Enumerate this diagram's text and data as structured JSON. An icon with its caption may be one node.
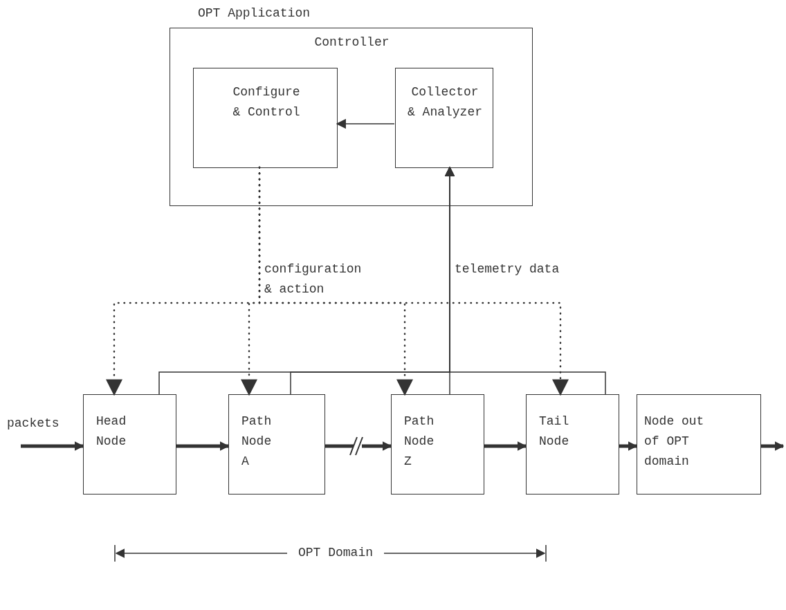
{
  "diagram": {
    "nodes": [
      {
        "text": [
          "OPT Application",
          "Controller"
        ]
      },
      {
        "text": [
          "Configure & Control"
        ],
        "in": 0
      },
      {
        "text": [
          "Collector & Analyzer"
        ],
        "in": 0
      },
      {
        "text": [
          "Head Node"
        ]
      },
      {
        "text": [
          "Path Node A"
        ]
      },
      {
        "text": [
          "Path Node Z"
        ]
      },
      {
        "text": [
          "Tail Node"
        ]
      },
      {
        "text": [
          "Node out of OPT domain"
        ]
      }
    ],
    "edges": [
      {
        "from": 2,
        "to": 1,
        "arrow": "to"
      },
      {
        "from": 1,
        "to": 3,
        "arrow": "to",
        "style": "dashed",
        "label": "configuration & action"
      },
      {
        "from": 1,
        "to": 4,
        "arrow": "to",
        "style": "dashed"
      },
      {
        "from": 1,
        "to": 5,
        "arrow": "to",
        "style": "dashed"
      },
      {
        "from": 1,
        "to": 6,
        "arrow": "to",
        "style": "dashed"
      },
      {
        "from": 3,
        "to": 2,
        "arrow": "to"
      },
      {
        "from": 4,
        "to": 2,
        "arrow": "to"
      },
      {
        "from": 5,
        "to": 2,
        "arrow": "to",
        "label": "telemetry data"
      },
      {
        "from": 6,
        "to": 2,
        "arrow": "to"
      },
      {
        "from": null,
        "to": 3,
        "arrow": "to",
        "style": "thick",
        "label": "packets"
      },
      {
        "from": 3,
        "to": 4,
        "arrow": "to",
        "style": "thick"
      },
      {
        "from": 4,
        "to": 5,
        "arrow": "to",
        "style": "thick"
      },
      {
        "from": 5,
        "to": 6,
        "arrow": "to",
        "style": "thick"
      },
      {
        "from": 6,
        "to": 7,
        "arrow": "to",
        "style": "thick"
      },
      {
        "from": 7,
        "to": null,
        "arrow": "to",
        "style": "thick"
      }
    ],
    "labels": [
      "OPT Domain"
    ]
  }
}
